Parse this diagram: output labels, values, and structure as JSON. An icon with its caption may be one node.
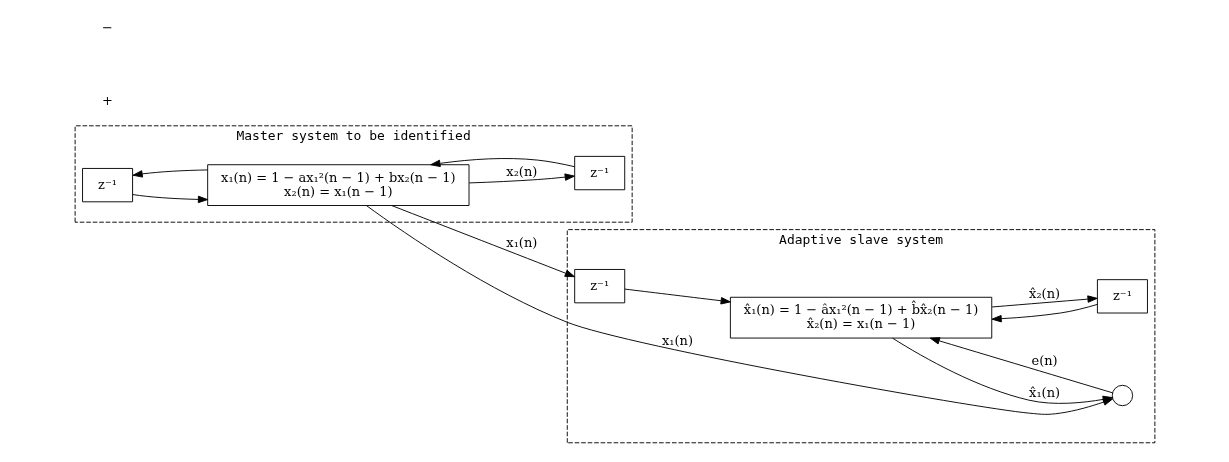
{
  "diagram": {
    "nodes": [
      {
        "text": [
          "Master system to be identified"
        ]
      },
      {
        "text": [
          "z⁻¹"
        ],
        "in": 0
      },
      {
        "text": [
          "x₁(n) = 1 − ax₁²(n − 1) + bx₂(n − 1)",
          "x₂(n) = x₁(n − 1)"
        ],
        "in": 0
      },
      {
        "text": [
          "z⁻¹"
        ],
        "in": 0
      },
      {
        "text": [
          "Adaptive slave system"
        ]
      },
      {
        "text": [
          "z⁻¹"
        ],
        "in": 4
      },
      {
        "text": [
          "x̂₁(n) = 1 − âx₁²(n − 1) + b̂x̂₂(n − 1)",
          "x̂₂(n) = x₁(n − 1)"
        ],
        "in": 4
      },
      {
        "text": [
          "z⁻¹"
        ],
        "in": 4
      },
      {
        "text": [],
        "shape": "circle",
        "in": 4
      }
    ],
    "edges": [
      {
        "from": 2,
        "to": 1,
        "arrow": "to"
      },
      {
        "from": 1,
        "to": 2,
        "arrow": "to"
      },
      {
        "from": 2,
        "to": 3,
        "label": "x₂(n)",
        "arrow": "to"
      },
      {
        "from": 3,
        "to": 2,
        "arrow": "to"
      },
      {
        "from": 2,
        "to": 5,
        "label": "x₁(n)",
        "arrow": "to"
      },
      {
        "from": 2,
        "to": 8,
        "label": "x₁(n)",
        "arrow": "to"
      },
      {
        "from": 5,
        "to": 6,
        "arrow": "to"
      },
      {
        "from": 6,
        "to": 8,
        "label": "x̂₁(n)",
        "arrow": "to"
      },
      {
        "from": 6,
        "to": 7,
        "label": "x̂₂(n)",
        "arrow": "to"
      },
      {
        "from": 7,
        "to": 6,
        "arrow": "to"
      },
      {
        "from": 8,
        "to": 6,
        "label": "e(n)",
        "arrow": "to"
      }
    ],
    "labels": [
      "+",
      "−"
    ]
  }
}
